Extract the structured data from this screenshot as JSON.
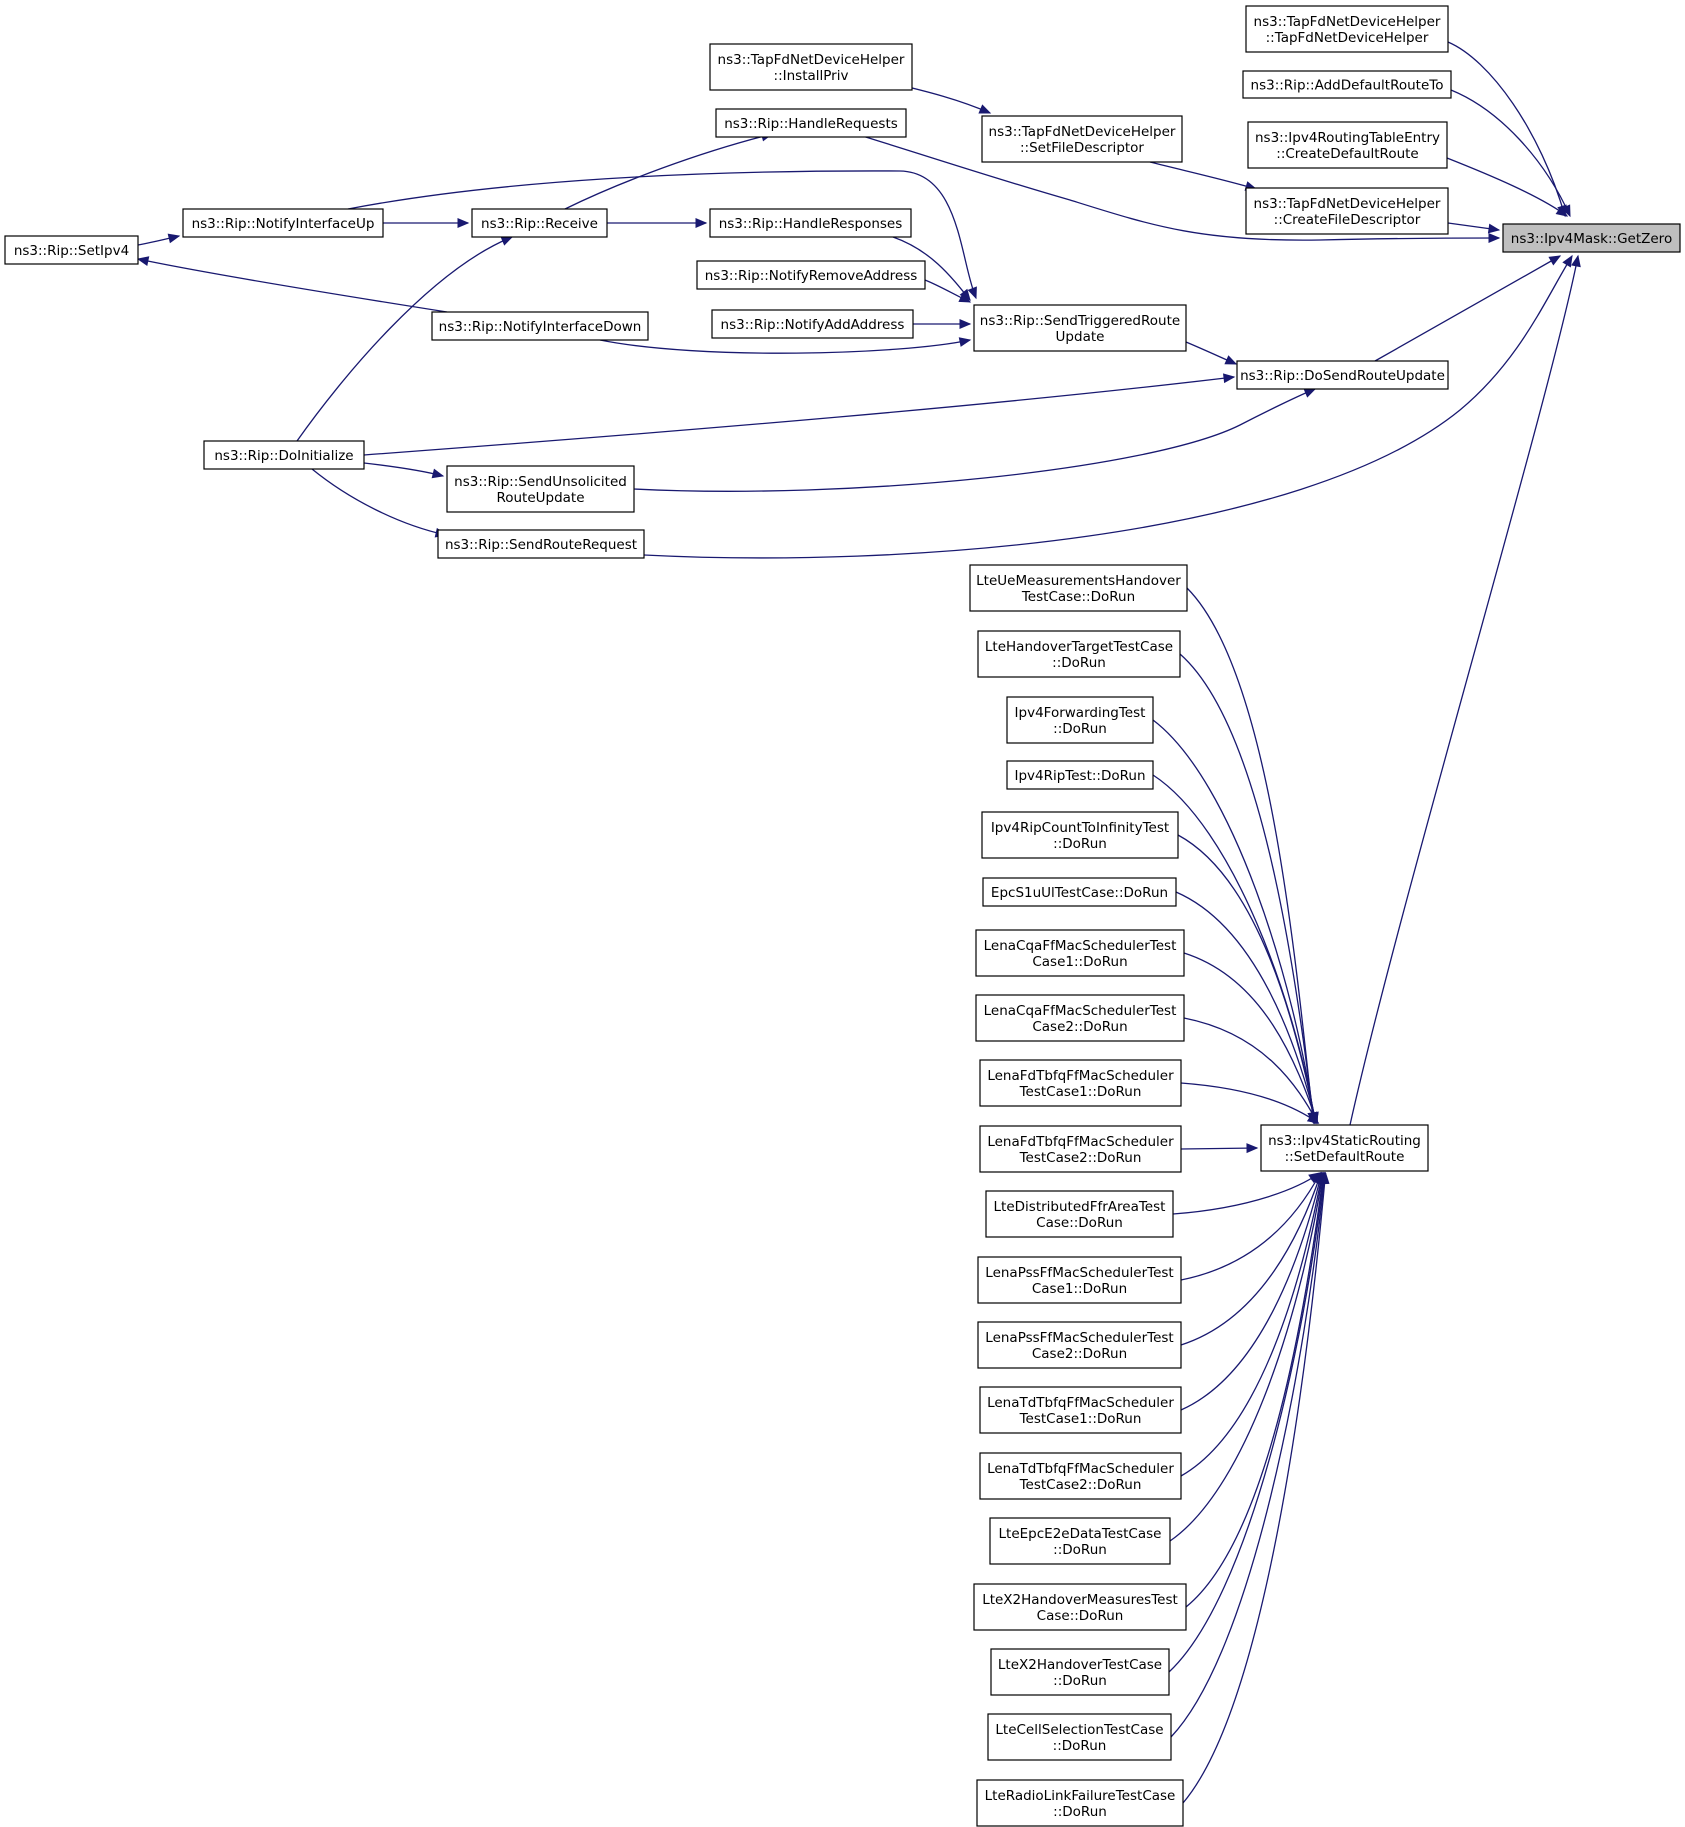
{
  "graph": {
    "colors": {
      "edge": "#191970",
      "node_border": "#000000",
      "root_fill": "#bfbfbf",
      "node_fill": "#ffffff"
    },
    "nodes": [
      {
        "id": "getzero",
        "lines": [
          "ns3::Ipv4Mask::GetZero"
        ],
        "root": true
      },
      {
        "id": "tapctor",
        "lines": [
          "ns3::TapFdNetDeviceHelper",
          "::TapFdNetDeviceHelper"
        ]
      },
      {
        "id": "adddefault",
        "lines": [
          "ns3::Rip::AddDefaultRouteTo"
        ]
      },
      {
        "id": "createdefault",
        "lines": [
          "ns3::Ipv4RoutingTableEntry",
          "::CreateDefaultRoute"
        ]
      },
      {
        "id": "createfd",
        "lines": [
          "ns3::TapFdNetDeviceHelper",
          "::CreateFileDescriptor"
        ]
      },
      {
        "id": "installpriv",
        "lines": [
          "ns3::TapFdNetDeviceHelper",
          "::InstallPriv"
        ]
      },
      {
        "id": "setfd",
        "lines": [
          "ns3::TapFdNetDeviceHelper",
          "::SetFileDescriptor"
        ]
      },
      {
        "id": "handlerequests",
        "lines": [
          "ns3::Rip::HandleRequests"
        ]
      },
      {
        "id": "notifyup",
        "lines": [
          "ns3::Rip::NotifyInterfaceUp"
        ]
      },
      {
        "id": "receive",
        "lines": [
          "ns3::Rip::Receive"
        ]
      },
      {
        "id": "handleresponses",
        "lines": [
          "ns3::Rip::HandleResponses"
        ]
      },
      {
        "id": "setipv4",
        "lines": [
          "ns3::Rip::SetIpv4"
        ]
      },
      {
        "id": "notifyremove",
        "lines": [
          "ns3::Rip::NotifyRemoveAddress"
        ]
      },
      {
        "id": "notifyadd",
        "lines": [
          "ns3::Rip::NotifyAddAddress"
        ]
      },
      {
        "id": "notifydown",
        "lines": [
          "ns3::Rip::NotifyInterfaceDown"
        ]
      },
      {
        "id": "sendtriggered",
        "lines": [
          "ns3::Rip::SendTriggeredRoute",
          "Update"
        ]
      },
      {
        "id": "dosend",
        "lines": [
          "ns3::Rip::DoSendRouteUpdate"
        ]
      },
      {
        "id": "doinit",
        "lines": [
          "ns3::Rip::DoInitialize"
        ]
      },
      {
        "id": "sendunsolicited",
        "lines": [
          "ns3::Rip::SendUnsolicited",
          "RouteUpdate"
        ]
      },
      {
        "id": "sendrouterequest",
        "lines": [
          "ns3::Rip::SendRouteRequest"
        ]
      },
      {
        "id": "setdefaultroute",
        "lines": [
          "ns3::Ipv4StaticRouting",
          "::SetDefaultRoute"
        ]
      },
      {
        "id": "t1",
        "lines": [
          "LteUeMeasurementsHandover",
          "TestCase::DoRun"
        ]
      },
      {
        "id": "t2",
        "lines": [
          "LteHandoverTargetTestCase",
          "::DoRun"
        ]
      },
      {
        "id": "t3",
        "lines": [
          "Ipv4ForwardingTest",
          "::DoRun"
        ]
      },
      {
        "id": "t4",
        "lines": [
          "Ipv4RipTest::DoRun"
        ]
      },
      {
        "id": "t5",
        "lines": [
          "Ipv4RipCountToInfinityTest",
          "::DoRun"
        ]
      },
      {
        "id": "t6",
        "lines": [
          "EpcS1uUlTestCase::DoRun"
        ]
      },
      {
        "id": "t7",
        "lines": [
          "LenaCqaFfMacSchedulerTest",
          "Case1::DoRun"
        ]
      },
      {
        "id": "t8",
        "lines": [
          "LenaCqaFfMacSchedulerTest",
          "Case2::DoRun"
        ]
      },
      {
        "id": "t9",
        "lines": [
          "LenaFdTbfqFfMacScheduler",
          "TestCase1::DoRun"
        ]
      },
      {
        "id": "t10",
        "lines": [
          "LenaFdTbfqFfMacScheduler",
          "TestCase2::DoRun"
        ]
      },
      {
        "id": "t11",
        "lines": [
          "LteDistributedFfrAreaTest",
          "Case::DoRun"
        ]
      },
      {
        "id": "t12",
        "lines": [
          "LenaPssFfMacSchedulerTest",
          "Case1::DoRun"
        ]
      },
      {
        "id": "t13",
        "lines": [
          "LenaPssFfMacSchedulerTest",
          "Case2::DoRun"
        ]
      },
      {
        "id": "t14",
        "lines": [
          "LenaTdTbfqFfMacScheduler",
          "TestCase1::DoRun"
        ]
      },
      {
        "id": "t15",
        "lines": [
          "LenaTdTbfqFfMacScheduler",
          "TestCase2::DoRun"
        ]
      },
      {
        "id": "t16",
        "lines": [
          "LteEpcE2eDataTestCase",
          "::DoRun"
        ]
      },
      {
        "id": "t17",
        "lines": [
          "LteX2HandoverMeasuresTest",
          "Case::DoRun"
        ]
      },
      {
        "id": "t18",
        "lines": [
          "LteX2HandoverTestCase",
          "::DoRun"
        ]
      },
      {
        "id": "t19",
        "lines": [
          "LteCellSelectionTestCase",
          "::DoRun"
        ]
      },
      {
        "id": "t20",
        "lines": [
          "LteRadioLinkFailureTestCase",
          "::DoRun"
        ]
      }
    ],
    "edges": [
      {
        "from": "tapctor",
        "to": "getzero"
      },
      {
        "from": "adddefault",
        "to": "getzero"
      },
      {
        "from": "createdefault",
        "to": "getzero"
      },
      {
        "from": "createfd",
        "to": "getzero"
      },
      {
        "from": "handlerequests",
        "to": "getzero"
      },
      {
        "from": "dosend",
        "to": "getzero"
      },
      {
        "from": "sendrouterequest",
        "to": "getzero"
      },
      {
        "from": "setdefaultroute",
        "to": "getzero"
      },
      {
        "from": "installpriv",
        "to": "setfd"
      },
      {
        "from": "setfd",
        "to": "createfd"
      },
      {
        "from": "receive",
        "to": "handlerequests"
      },
      {
        "from": "notifyup",
        "to": "receive"
      },
      {
        "from": "doinit",
        "to": "receive"
      },
      {
        "from": "receive",
        "to": "handleresponses"
      },
      {
        "from": "setipv4",
        "to": "notifyup"
      },
      {
        "from": "notifydown",
        "to": "setipv4"
      },
      {
        "from": "notifyup",
        "to": "sendtriggered"
      },
      {
        "from": "handleresponses",
        "to": "sendtriggered"
      },
      {
        "from": "notifyremove",
        "to": "sendtriggered"
      },
      {
        "from": "notifyadd",
        "to": "sendtriggered"
      },
      {
        "from": "notifydown",
        "to": "sendtriggered"
      },
      {
        "from": "sendtriggered",
        "to": "dosend"
      },
      {
        "from": "doinit",
        "to": "dosend"
      },
      {
        "from": "sendunsolicited",
        "to": "dosend"
      },
      {
        "from": "doinit",
        "to": "sendunsolicited"
      },
      {
        "from": "doinit",
        "to": "sendrouterequest"
      },
      {
        "from": "t1",
        "to": "setdefaultroute"
      },
      {
        "from": "t2",
        "to": "setdefaultroute"
      },
      {
        "from": "t3",
        "to": "setdefaultroute"
      },
      {
        "from": "t4",
        "to": "setdefaultroute"
      },
      {
        "from": "t5",
        "to": "setdefaultroute"
      },
      {
        "from": "t6",
        "to": "setdefaultroute"
      },
      {
        "from": "t7",
        "to": "setdefaultroute"
      },
      {
        "from": "t8",
        "to": "setdefaultroute"
      },
      {
        "from": "t9",
        "to": "setdefaultroute"
      },
      {
        "from": "t10",
        "to": "setdefaultroute"
      },
      {
        "from": "t11",
        "to": "setdefaultroute"
      },
      {
        "from": "t12",
        "to": "setdefaultroute"
      },
      {
        "from": "t13",
        "to": "setdefaultroute"
      },
      {
        "from": "t14",
        "to": "setdefaultroute"
      },
      {
        "from": "t15",
        "to": "setdefaultroute"
      },
      {
        "from": "t16",
        "to": "setdefaultroute"
      },
      {
        "from": "t17",
        "to": "setdefaultroute"
      },
      {
        "from": "t18",
        "to": "setdefaultroute"
      },
      {
        "from": "t19",
        "to": "setdefaultroute"
      },
      {
        "from": "t20",
        "to": "setdefaultroute"
      }
    ]
  }
}
